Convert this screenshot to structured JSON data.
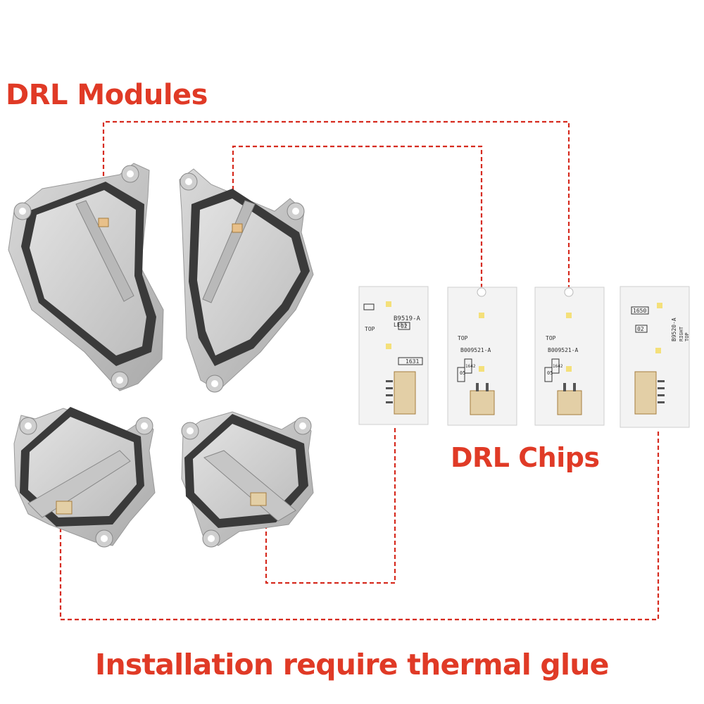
{
  "labels": {
    "modules": "DRL Modules",
    "chips": "DRL Chips",
    "note": "Installation require thermal glue"
  },
  "chips": [
    {
      "code": "B9519-A",
      "side": "LEFT",
      "mark": "02",
      "top": "TOP",
      "batch": "1631"
    },
    {
      "code": "B009521-A",
      "top": "TOP",
      "mark": "05",
      "batch": "1642"
    },
    {
      "code": "B009521-A",
      "top": "TOP",
      "mark": "05",
      "batch": "1642"
    },
    {
      "code": "B9520-A",
      "side": "RIGHT",
      "mark": "02",
      "top": "TOP",
      "batch": "1650"
    }
  ],
  "colors": {
    "accent": "#e03a26",
    "connector": "#d62b1f",
    "gasket": "#3a3a3a",
    "metal": "#c9c9c9",
    "pcb": "#f3f3f3",
    "plug": "#e3cfa6"
  }
}
